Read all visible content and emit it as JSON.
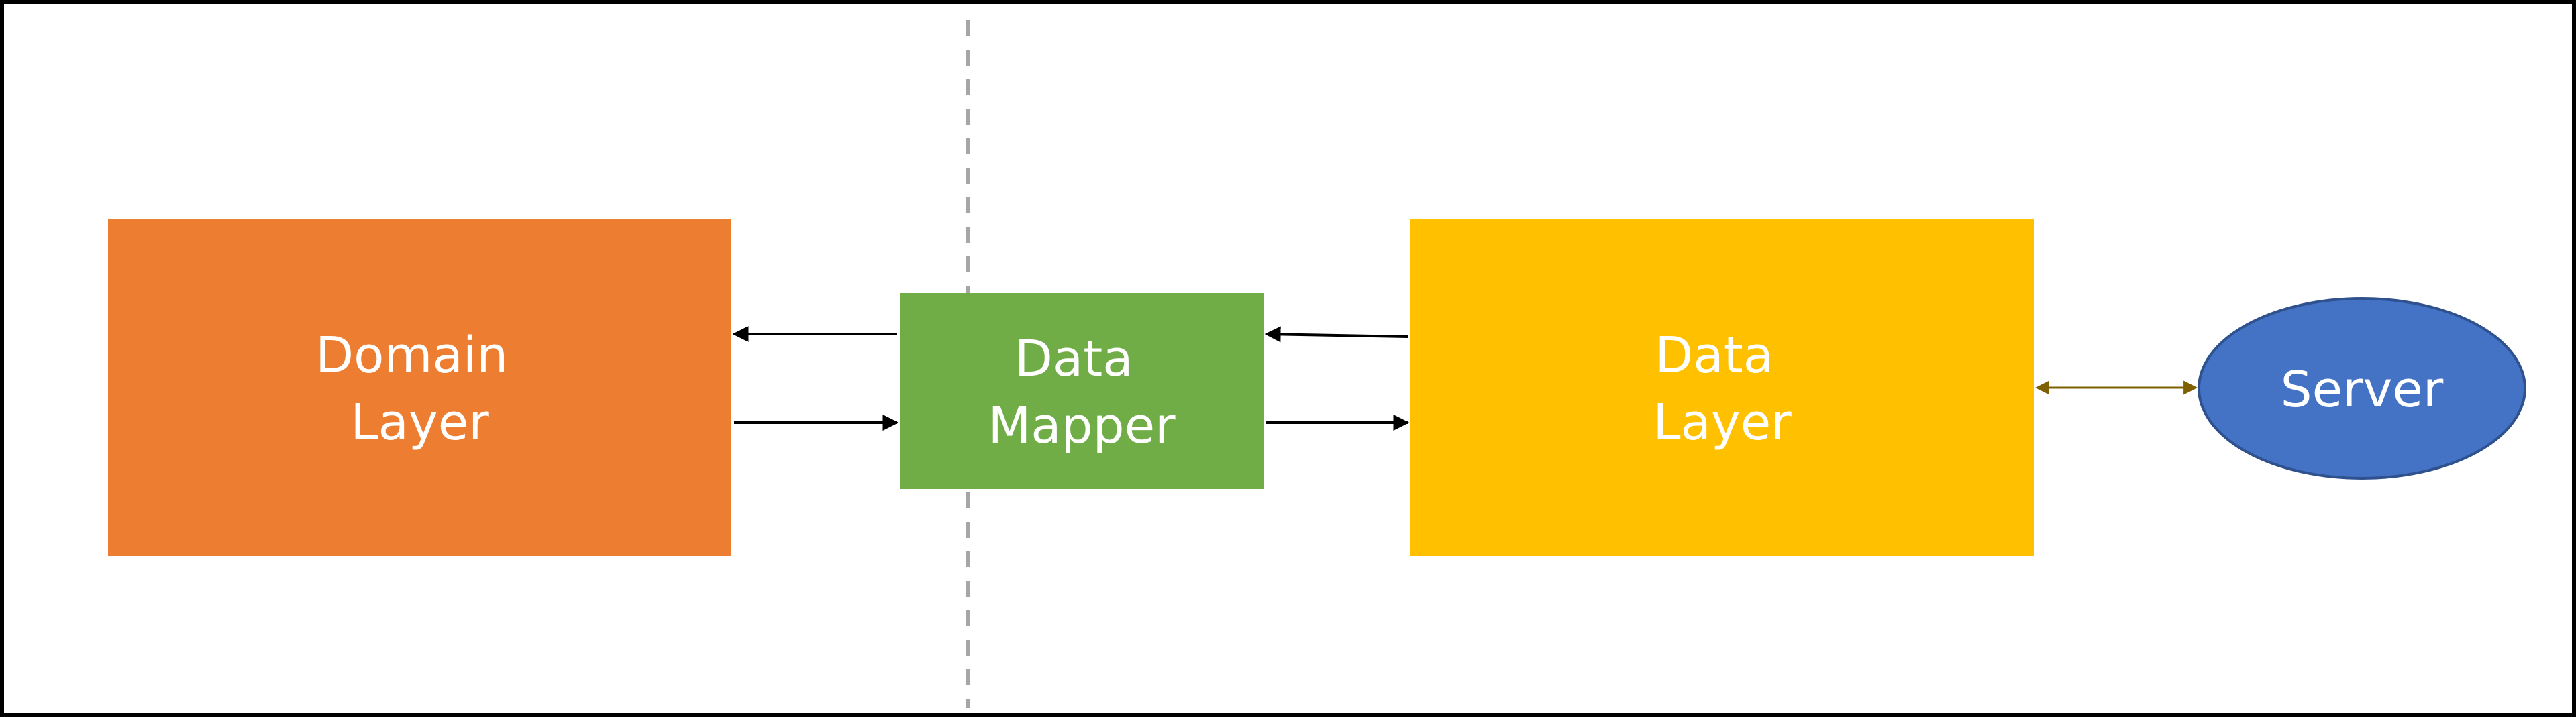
{
  "diagram": {
    "nodes": {
      "domain_layer": {
        "lines": [
          "Domain",
          "Layer"
        ],
        "color": "#ED7D31"
      },
      "data_mapper": {
        "lines": [
          "Data",
          "Mapper"
        ],
        "color": "#70AD47"
      },
      "data_layer": {
        "lines": [
          "Data",
          "Layer"
        ],
        "color": "#FFC000"
      },
      "server": {
        "lines": [
          "Server"
        ],
        "color": "#4472C4",
        "outline": "#2F528F"
      }
    },
    "colors": {
      "frame": "#000000",
      "arrow": "#000000",
      "server_link": "#7F6000",
      "boundary": "#A6A6A6"
    }
  }
}
